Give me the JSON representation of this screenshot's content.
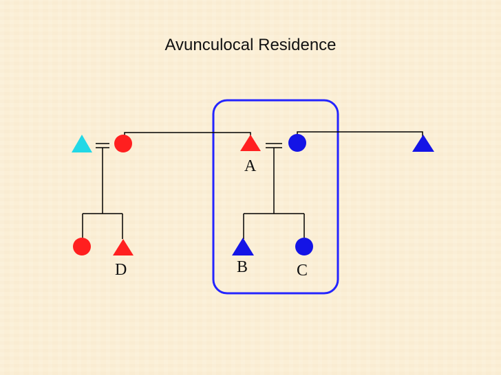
{
  "title": "Avunculocal Residence",
  "colors": {
    "female_red": "#ff1f1f",
    "male_red": "#ff2020",
    "blue": "#1414e6",
    "cyan": "#22d8e6",
    "line": "#000000",
    "box": "#2424ff"
  },
  "labels": {
    "a": "A",
    "b": "B",
    "c": "C",
    "d": "D"
  }
}
